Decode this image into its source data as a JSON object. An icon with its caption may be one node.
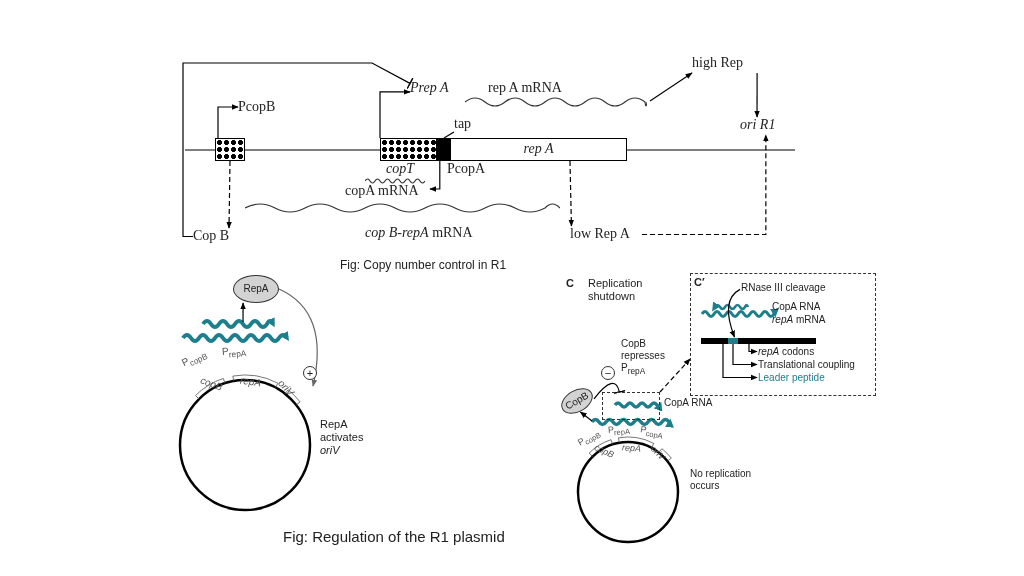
{
  "diagram": {
    "nodes": [
      {
        "text": [
          "PcopB"
        ]
      },
      {
        "text": [],
        "shape": "box"
      },
      {
        "text": [
          "Cop B"
        ]
      },
      {
        "text": [
          "Prep A"
        ]
      },
      {
        "text": [
          "rep A mRNA"
        ]
      },
      {
        "text": [
          "high Rep"
        ]
      },
      {
        "text": [
          "ori R1"
        ]
      },
      {
        "text": [
          "copT"
        ]
      },
      {
        "text": [],
        "shape": "box"
      },
      {
        "text": [
          "tap"
        ]
      },
      {
        "text": [
          "copA mRNA"
        ]
      },
      {
        "text": [
          "rep A"
        ]
      },
      {
        "text": [
          "*cop B-repA* mRNA"
        ]
      },
      {
        "text": [
          "low Rep A"
        ]
      },
      {
        "text": [
          "RepA"
        ]
      },
      {
        "text": [
          "P$_{copB}$",
          "P$_{repA}$",
          "copB",
          "repA",
          "oriV"
        ]
      },
      {
        "text": [
          "CopB"
        ]
      },
      {
        "text": [],
        "shape": "box"
      },
      {
        "text": [
          "P$_{copB}$",
          "P$_{repA}$",
          "P$_{copA}$",
          "copB",
          "repA",
          "oriV"
        ]
      },
      {
        "text": [
          "C′"
        ]
      },
      {
        "text": [
          "RNase III cleavage"
        ],
        "in": 19
      },
      {
        "text": [],
        "shape": "bar",
        "in": 19
      },
      {
        "text": [
          "*repA* codons"
        ],
        "in": 19
      },
      {
        "text": [
          "Translational coupling"
        ],
        "in": 19
      },
      {
        "text": [
          "Leader peptide"
        ],
        "in": 19
      }
    ],
    "edges": [
      {
        "from": 1,
        "to": 0,
        "arrow": "to"
      },
      {
        "from": 1,
        "to": 2,
        "arrow": "to",
        "style": "dashed"
      },
      {
        "from": 2,
        "to": 3,
        "arrow": "other"
      },
      {
        "from": 7,
        "to": 3,
        "arrow": "to"
      },
      {
        "from": 4,
        "to": 5,
        "arrow": "to"
      },
      {
        "from": 5,
        "to": 6,
        "arrow": "to"
      },
      {
        "from": 9,
        "to": 8,
        "arrow": "none"
      },
      {
        "from": 8,
        "to": 10,
        "arrow": "to",
        "label": "PcopA"
      },
      {
        "from": 11,
        "to": 13,
        "arrow": "to",
        "style": "dashed"
      },
      {
        "from": 13,
        "to": 6,
        "arrow": "to",
        "style": "dashed"
      },
      {
        "from": null,
        "to": 14,
        "arrow": "to"
      },
      {
        "from": 14,
        "to": 15,
        "arrow": "to",
        "label": "+",
        "color": "#666666"
      },
      {
        "from": null,
        "to": 16,
        "arrow": "to"
      },
      {
        "from": 16,
        "to": 17,
        "arrow": "other",
        "label": "−"
      },
      {
        "from": 17,
        "to": 19,
        "arrow": "to",
        "style": "dashed"
      },
      {
        "from": 20,
        "to": 21,
        "arrow": "to"
      },
      {
        "from": 21,
        "to": 22,
        "arrow": "to"
      },
      {
        "from": 21,
        "to": 23,
        "arrow": "to"
      },
      {
        "from": 21,
        "to": 24,
        "arrow": "to"
      }
    ],
    "labels": [
      "Fig: Copy number control in R1",
      "C",
      "Replication shutdown",
      "CopB represses P$_{repA}$",
      "CopA RNA",
      "CopA RNA",
      "*repA* mRNA",
      "RepA activates *oriV*",
      "No replication occurs",
      "Fig: Regulation of the R1 plasmid"
    ]
  }
}
